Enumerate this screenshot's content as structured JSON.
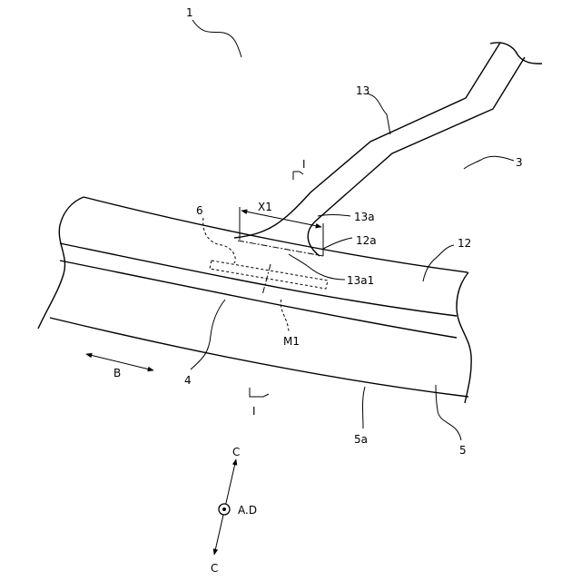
{
  "labels": {
    "ref_1": "1",
    "ref_13": "13",
    "ref_3": "3",
    "section_I_top": "I",
    "dim_X1": "X1",
    "ref_6": "6",
    "ref_13a": "13a",
    "ref_12a": "12a",
    "ref_12": "12",
    "ref_13a1": "13a1",
    "ref_M1": "M1",
    "dir_B": "B",
    "ref_4": "4",
    "section_I_bottom": "I",
    "ref_5a": "5a",
    "ref_5": "5",
    "dir_C_top": "C",
    "axis_AD": "A.D",
    "dir_C_bottom": "C"
  }
}
